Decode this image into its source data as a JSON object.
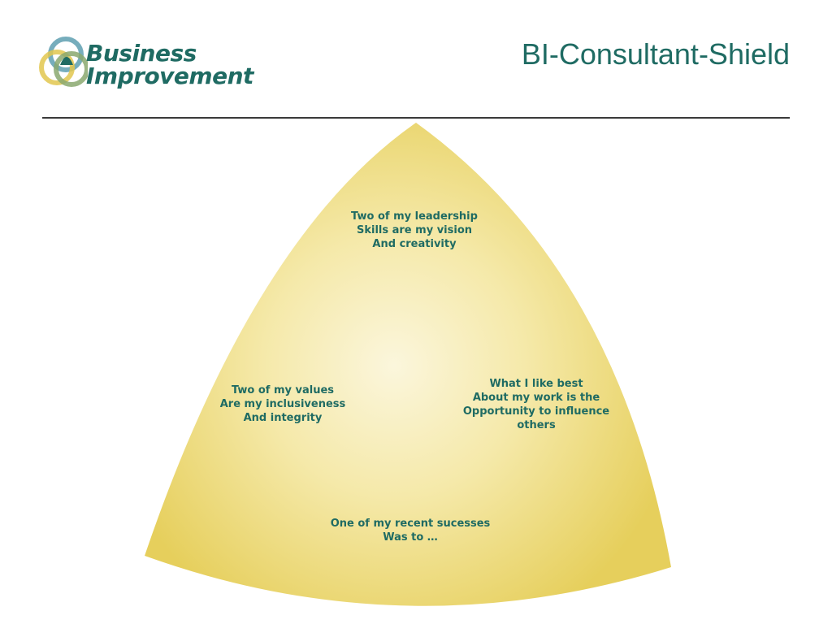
{
  "header": {
    "logo": {
      "line1": "Business",
      "line2": "Improvement",
      "icon": "three-rings-logo-icon"
    },
    "title": "BI-Consultant-Shield"
  },
  "colors": {
    "brand_teal": "#1f6b63",
    "ring_blue": "#5e9fb0",
    "ring_yellow": "#e2c74f",
    "ring_green": "#8aa86f",
    "shield_edge": "#e4cf5d",
    "shield_center": "#fbf6dc"
  },
  "shield": {
    "top": [
      "Two of my leadership",
      "Skills are my vision",
      "And creativity"
    ],
    "left": [
      "Two of my values",
      "Are my inclusiveness",
      "And integrity"
    ],
    "right": [
      "What I like best",
      "About my work is the",
      "Opportunity to influence",
      "others"
    ],
    "bottom": [
      "One of my recent sucesses",
      "Was to …"
    ]
  }
}
